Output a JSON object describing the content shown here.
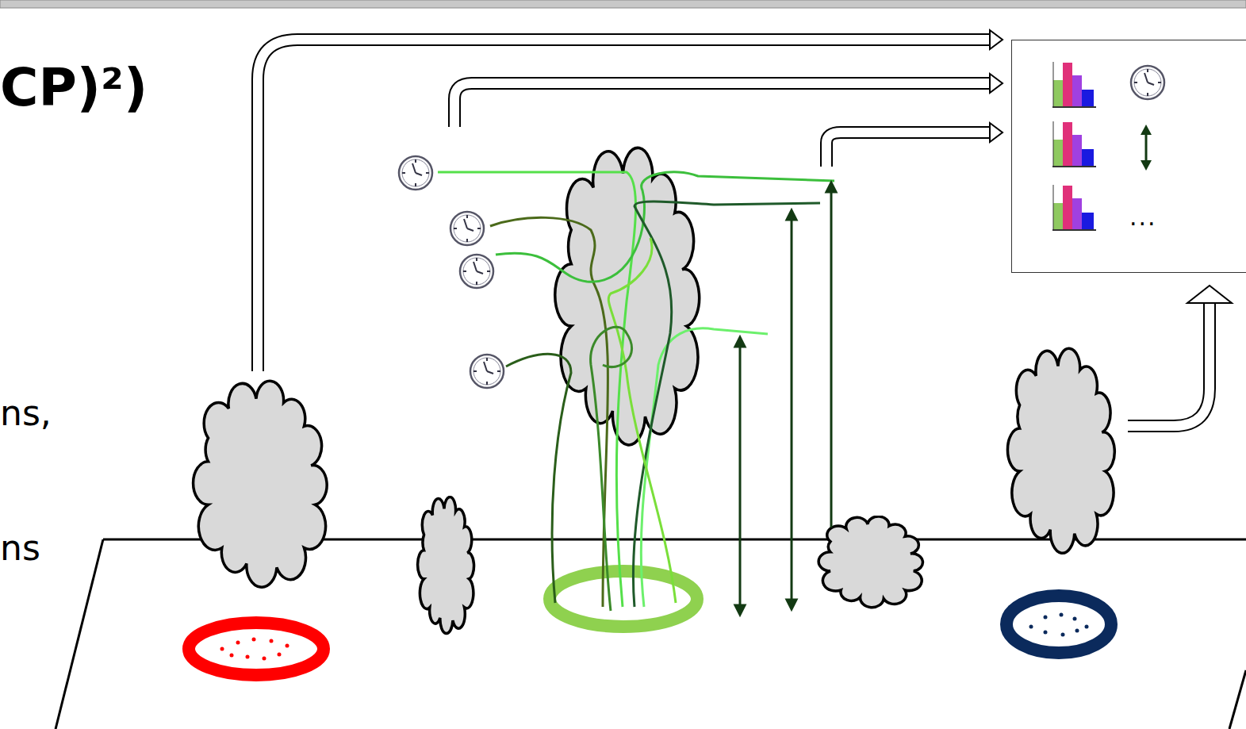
{
  "diagram": {
    "title": "CP)²)",
    "nodes": [
      {
        "text": [
          "..."
        ]
      }
    ],
    "labels": [
      "ns,",
      "ns"
    ]
  }
}
